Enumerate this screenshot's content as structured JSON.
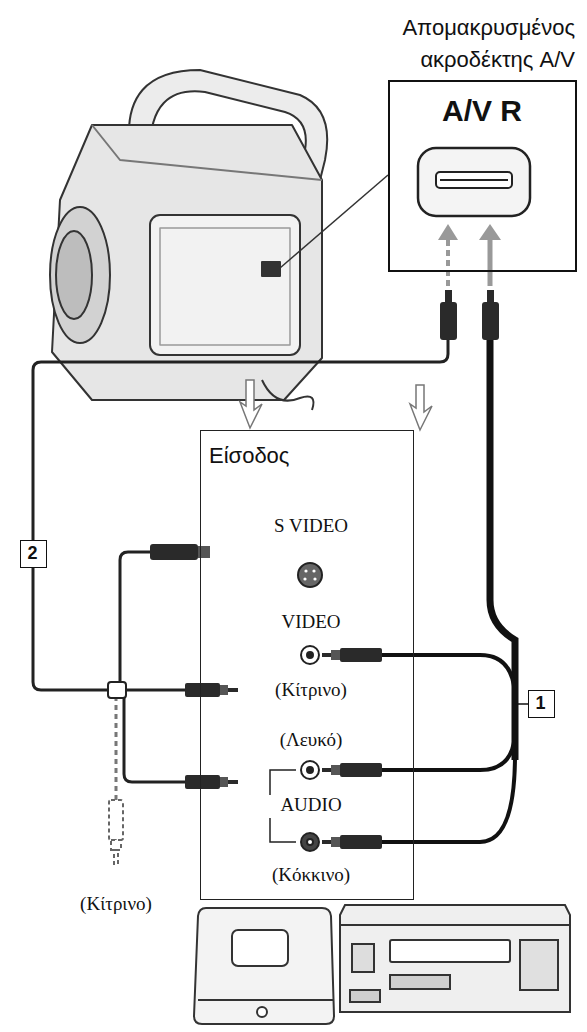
{
  "diagram": {
    "nodes": [
      {
        "text": [
          "Απομακρυσμένος ακροδέκτης A/V",
          "A/V R"
        ]
      },
      {
        "text": [
          "Είσοδος",
          "S VIDEO",
          "VIDEO",
          "(Κίτρινο)",
          "(Λευκό)",
          "AUDIO",
          "(Κόκκινο)"
        ]
      },
      {
        "text": [
          "2"
        ]
      },
      {
        "text": [
          "1"
        ]
      }
    ],
    "labels": [
      "(Κίτρινο)"
    ]
  }
}
